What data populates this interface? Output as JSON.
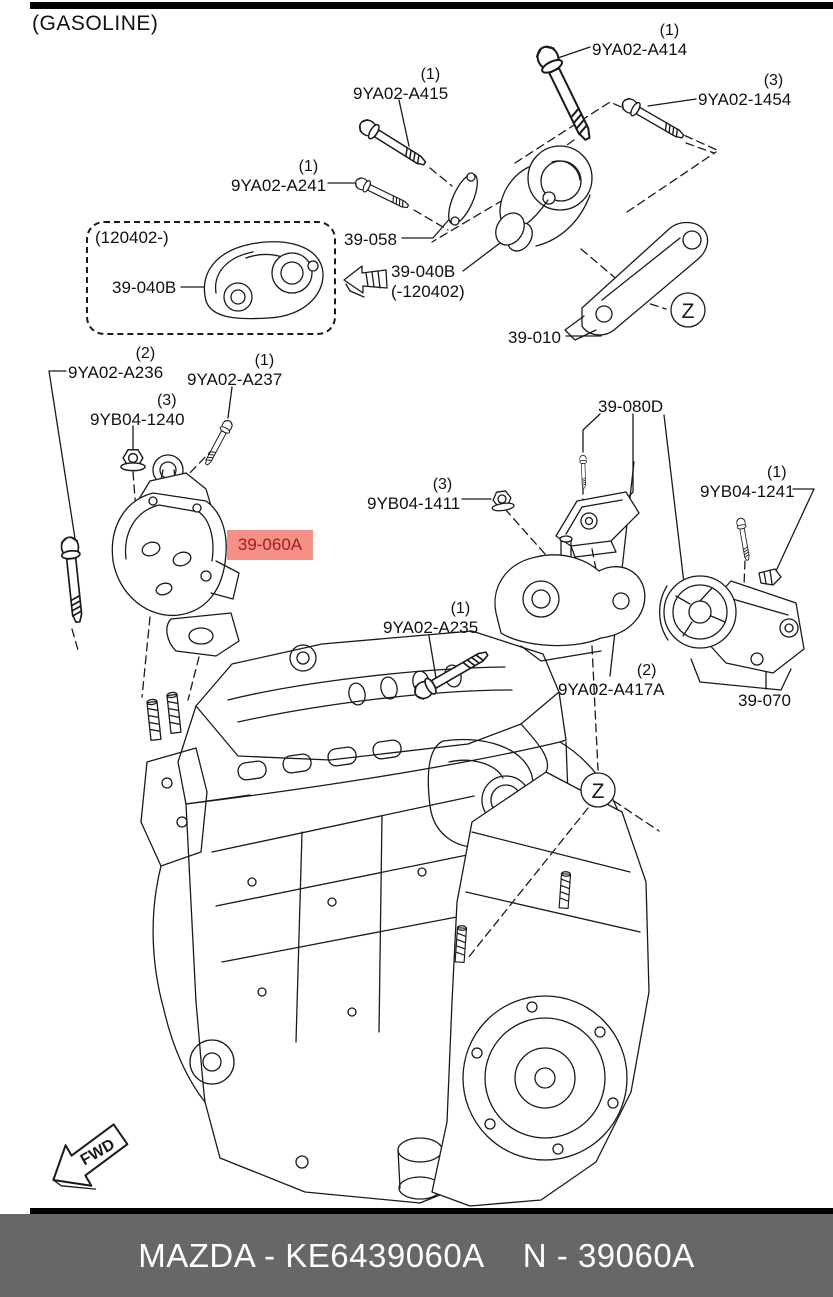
{
  "header": {
    "variant_label": "(GASOLINE)"
  },
  "footer": {
    "brand_part": "MAZDA - KE6439060A",
    "catalog_num": "N - 39060A"
  },
  "markers": {
    "zone": "Z",
    "direction": "FWD"
  },
  "highlight": {
    "bg": "#f59088",
    "fg": "#a81a1a"
  },
  "colors": {
    "line": "#1a1a1a",
    "footer_bg": "#676767"
  },
  "parts": {
    "a414": {
      "code": "9YA02-A414",
      "qty": "(1)"
    },
    "a415": {
      "code": "9YA02-A415",
      "qty": "(1)"
    },
    "s1454": {
      "code": "9YA02-1454",
      "qty": "(3)"
    },
    "a241": {
      "code": "9YA02-A241",
      "qty": "(1)"
    },
    "p39058": {
      "code": "39-058"
    },
    "p39040b_old": {
      "code": "39-040B",
      "range": "(-120402)"
    },
    "p39010": {
      "code": "39-010"
    },
    "inset": {
      "code": "39-040B",
      "range": "(120402-)"
    },
    "a236": {
      "code": "9YA02-A236",
      "qty": "(2)"
    },
    "a237": {
      "code": "9YA02-A237",
      "qty": "(1)"
    },
    "b1240": {
      "code": "9YB04-1240",
      "qty": "(3)"
    },
    "p39080d": {
      "code": "39-080D"
    },
    "b1411": {
      "code": "9YB04-1411",
      "qty": "(3)"
    },
    "b1241": {
      "code": "9YB04-1241",
      "qty": "(1)"
    },
    "p39060a": {
      "code": "39-060A"
    },
    "a235": {
      "code": "9YA02-A235",
      "qty": "(1)"
    },
    "a417a": {
      "code": "9YA02-A417A",
      "qty": "(2)"
    },
    "p39070": {
      "code": "39-070"
    }
  }
}
